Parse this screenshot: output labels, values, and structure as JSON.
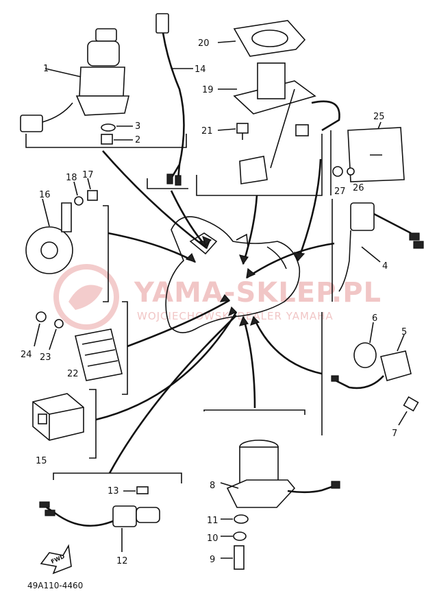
{
  "part_numbers": [
    {
      "id": "p1",
      "label": "1"
    },
    {
      "id": "p2",
      "label": "2"
    },
    {
      "id": "p3",
      "label": "3"
    },
    {
      "id": "p4",
      "label": "4"
    },
    {
      "id": "p5",
      "label": "5"
    },
    {
      "id": "p6",
      "label": "6"
    },
    {
      "id": "p7",
      "label": "7"
    },
    {
      "id": "p8",
      "label": "8"
    },
    {
      "id": "p9",
      "label": "9"
    },
    {
      "id": "p10",
      "label": "10"
    },
    {
      "id": "p11",
      "label": "11"
    },
    {
      "id": "p12",
      "label": "12"
    },
    {
      "id": "p13",
      "label": "13"
    },
    {
      "id": "p14",
      "label": "14"
    },
    {
      "id": "p15",
      "label": "15"
    },
    {
      "id": "p16",
      "label": "16"
    },
    {
      "id": "p17",
      "label": "17"
    },
    {
      "id": "p18",
      "label": "18"
    },
    {
      "id": "p19",
      "label": "19"
    },
    {
      "id": "p20",
      "label": "20"
    },
    {
      "id": "p21",
      "label": "21"
    },
    {
      "id": "p22",
      "label": "22"
    },
    {
      "id": "p23",
      "label": "23"
    },
    {
      "id": "p24",
      "label": "24"
    },
    {
      "id": "p25",
      "label": "25"
    },
    {
      "id": "p26",
      "label": "26"
    },
    {
      "id": "p27",
      "label": "27"
    }
  ],
  "diagram_code": "49A110-4460",
  "forward_marker": "FWD",
  "watermark": {
    "title": "YAMA-SKLEP.PL",
    "subtitle": "WOJCIECHOWSKI DEALER YAMAHA"
  }
}
